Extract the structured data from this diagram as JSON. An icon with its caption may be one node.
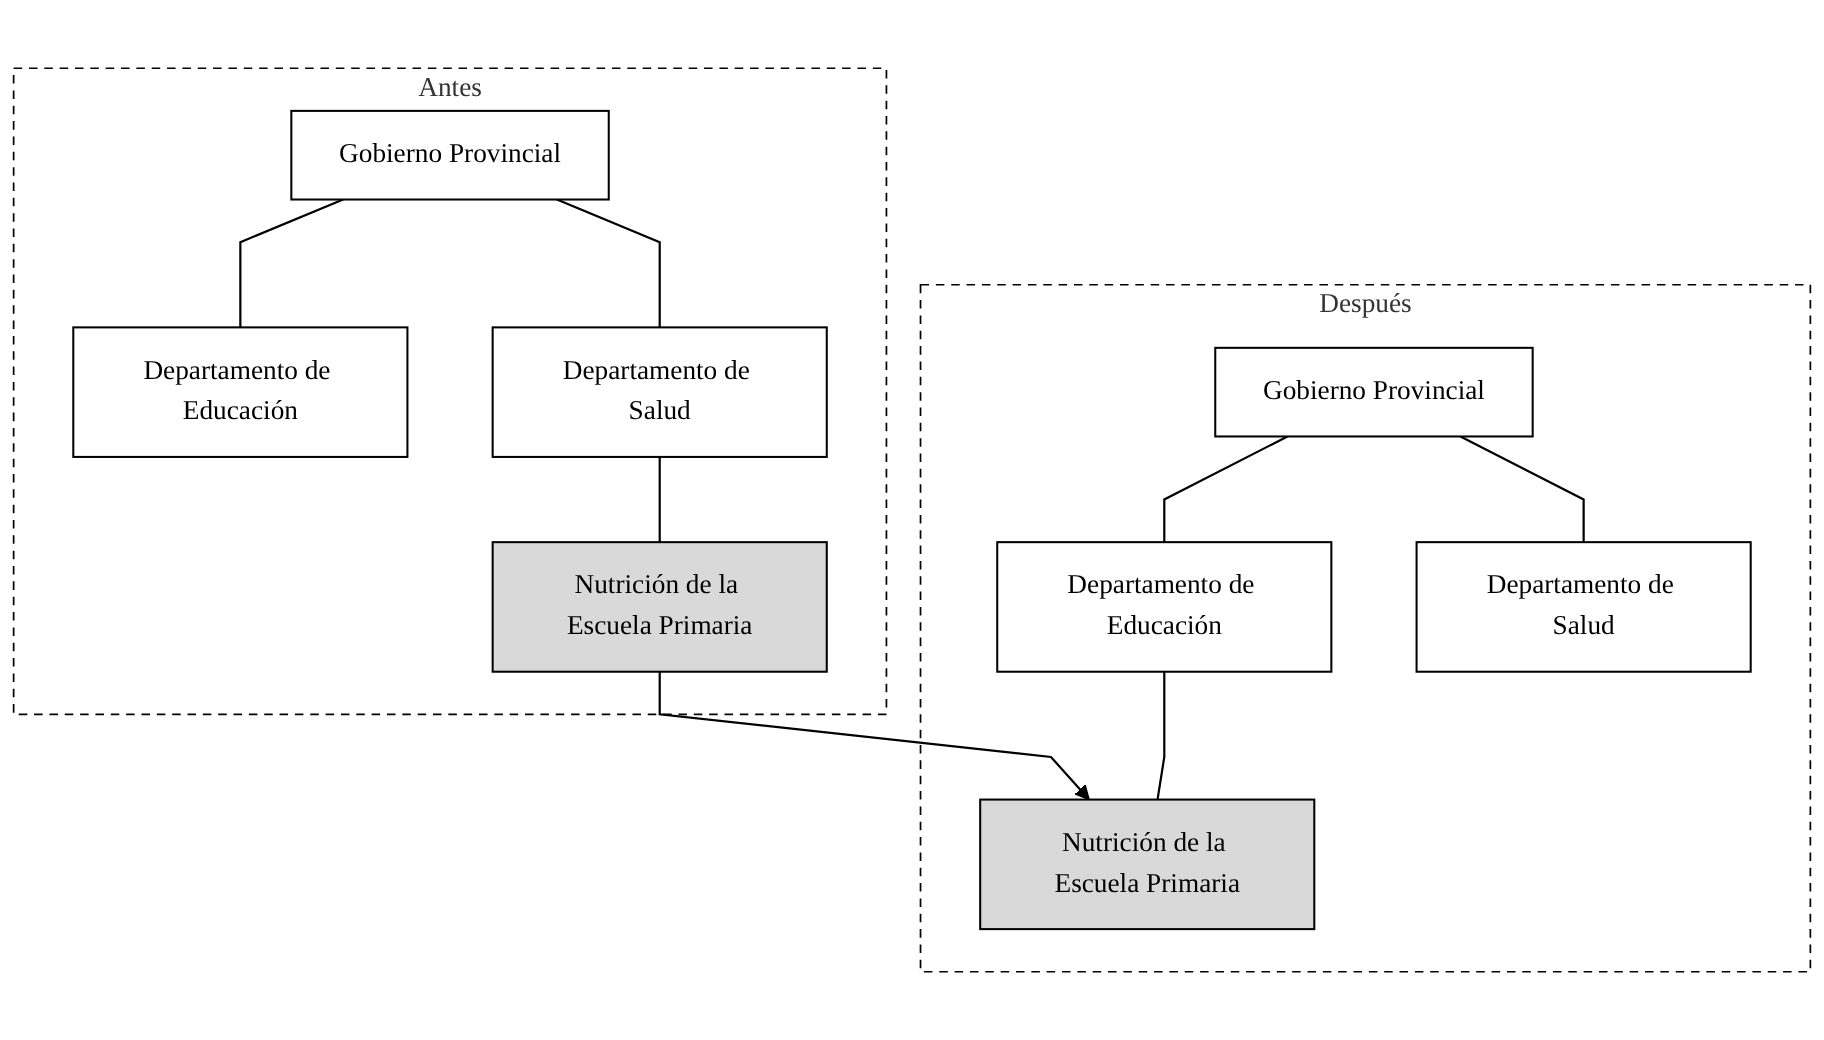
{
  "diagram": {
    "nodes": [
      {
        "text": [
          "Antes"
        ]
      },
      {
        "text": [
          "Gobierno Provincial"
        ],
        "in": 0
      },
      {
        "text": [
          "Departamento de Educación"
        ],
        "in": 0
      },
      {
        "text": [
          "Departamento de Salud"
        ],
        "in": 0
      },
      {
        "text": [
          "Nutrición de la Escuela Primaria"
        ],
        "in": 0
      },
      {
        "text": [
          "Después"
        ]
      },
      {
        "text": [
          "Gobierno Provincial"
        ],
        "in": 5
      },
      {
        "text": [
          "Departamento de Educación"
        ],
        "in": 5
      },
      {
        "text": [
          "Departamento de Salud"
        ],
        "in": 5
      },
      {
        "text": [
          "Nutrición de la Escuela Primaria"
        ],
        "in": 5
      }
    ],
    "edges": [
      {
        "from": 1,
        "to": 2,
        "arrow": "none"
      },
      {
        "from": 1,
        "to": 3,
        "arrow": "none"
      },
      {
        "from": 3,
        "to": 4,
        "arrow": "none"
      },
      {
        "from": 4,
        "to": 9,
        "arrow": "to"
      },
      {
        "from": 6,
        "to": 7,
        "arrow": "none"
      },
      {
        "from": 6,
        "to": 8,
        "arrow": "none"
      },
      {
        "from": 7,
        "to": 9,
        "arrow": "none"
      }
    ]
  }
}
